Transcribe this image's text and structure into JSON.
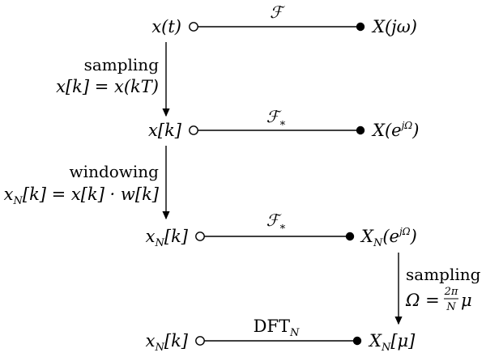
{
  "rows": [
    {
      "left": {
        "base": "x(t)"
      },
      "right": {
        "base": "X(jω)"
      },
      "op": {
        "symbol": "ℱ"
      }
    },
    {
      "left": {
        "base": "x[k]"
      },
      "right": {
        "base": "X(e",
        "sup": "jΩ",
        "tail": ")"
      },
      "op": {
        "symbol": "ℱ",
        "sub": "∗"
      }
    },
    {
      "left": {
        "base": "x",
        "sub": "N",
        "tail": "[k]"
      },
      "right": {
        "base": "X",
        "sub": "N",
        "mid": "(e",
        "sup": "jΩ",
        "tail": ")"
      },
      "op": {
        "symbol": "ℱ",
        "sub": "∗"
      }
    },
    {
      "left": {
        "base": "x",
        "sub": "N",
        "tail": "[k]"
      },
      "right": {
        "base": "X",
        "sub": "N",
        "tail": "[μ]"
      },
      "op": {
        "symbol": "DFT",
        "sub": "N"
      }
    }
  ],
  "transitions": [
    {
      "label": "sampling",
      "formula": "x[k] = x(kT)"
    },
    {
      "label": "windowing",
      "formula": {
        "a": "x",
        "a_sub": "N",
        "b": "[k] = x[k] · w[k]"
      }
    },
    {
      "label": "sampling",
      "formula": {
        "lhs": "Ω = ",
        "num": "2π",
        "den": "N",
        "rhs": "μ"
      }
    }
  ]
}
